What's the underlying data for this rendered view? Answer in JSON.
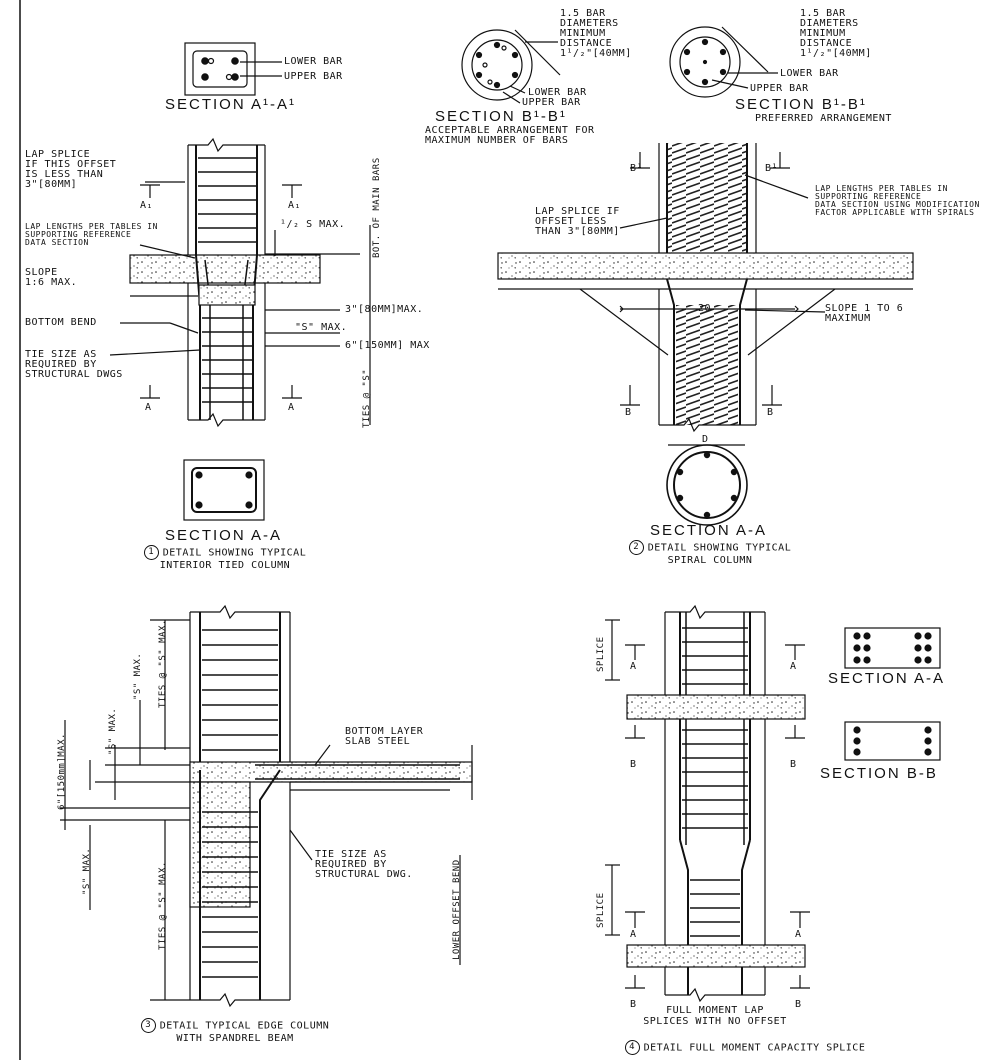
{
  "detail1": {
    "section_a1": "SECTION A¹-A¹",
    "lower_bar": "LOWER BAR",
    "upper_bar": "UPPER BAR",
    "lap_splice_note": "LAP SPLICE\nIF THIS OFFSET\nIS LESS THAN\n3\"[80mm]",
    "lap_lengths_note": "LAP LENGTHS PER TABLES IN\nSUPPORTING REFERENCE\nDATA SECTION",
    "half_s_max": "¹/₂ S MAX.",
    "slope": "SLOPE\n1:6 MAX.",
    "dim_3in": "3\"[80mm]MAX.",
    "s_max": "\"S\" MAX.",
    "dim_6in": "6\"[150mm] MAX",
    "bottom_bend": "BOTTOM BEND",
    "tie_size": "TIE SIZE AS\nREQUIRED BY\nSTRUCTURAL DWGS",
    "bot_main_bars": "BOT. OF MAIN BARS",
    "ties_s": "TIES @ \"S\"",
    "cut_a1": "A₁",
    "cut_a": "A",
    "section_aa": "SECTION A-A",
    "number": "1",
    "caption": "DETAIL SHOWING TYPICAL\nINTERIOR TIED COLUMN"
  },
  "detail2": {
    "bar_spacing": "1.5 BAR\nDIAMETERS\nMINIMUM\nDISTANCE\n1¹/₂\"[40mm]",
    "lower_bar": "LOWER BAR",
    "upper_bar": "UPPER BAR",
    "section_b1_left": "SECTION B¹-B¹",
    "acceptable": "ACCEPTABLE ARRANGEMENT FOR\nMAXIMUM NUMBER OF BARS",
    "section_b1_right": "SECTION B¹-B¹",
    "preferred": "PREFERRED ARRANGEMENT",
    "lap_lengths_note": "LAP LENGTHS PER TABLES IN\nSUPPORTING REFERENCE\nDATA SECTION USING MODIFICATION\nFACTOR APPLICABLE WITH SPIRALS",
    "lap_splice_note": "LAP SPLICE IF\nOFFSET LESS\nTHAN 3\"[80mm]",
    "slope": "SLOPE 1 TO 6\nMAXIMUM",
    "dim_20": "20",
    "dim_d": "D",
    "cut_b1": "B¹",
    "cut_b": "B",
    "section_aa": "SECTION A-A",
    "number": "2",
    "caption": "DETAIL SHOWING TYPICAL\nSPIRAL COLUMN"
  },
  "detail3": {
    "bottom_layer": "BOTTOM LAYER\nSLAB STEEL",
    "tie_size": "TIE SIZE AS\nREQUIRED BY\nSTRUCTURAL DWG.",
    "ties_s_top": "TIES @ \"S\" MAX.",
    "s_max_1": "\"S\" MAX.",
    "s_max_2": "\"S\" MAX.",
    "dim_6in": "6\"[150mm]MAX.",
    "s_max_3": "\"S\" MAX.",
    "ties_s_bottom": "TIES @ \"S\" MAX.",
    "lower_offset": "LOWER OFFSET BEND",
    "number": "3",
    "caption": "DETAIL TYPICAL EDGE COLUMN\nWITH SPANDREL BEAM"
  },
  "detail4": {
    "splice_top": "SPLICE",
    "splice_bottom": "SPLICE",
    "cut_a": "A",
    "cut_b": "B",
    "section_aa": "SECTION A-A",
    "section_bb": "SECTION B-B",
    "full_moment": "FULL MOMENT LAP\nSPLICES WITH NO OFFSET",
    "number": "4",
    "caption": "DETAIL FULL MOMENT CAPACITY SPLICE"
  }
}
